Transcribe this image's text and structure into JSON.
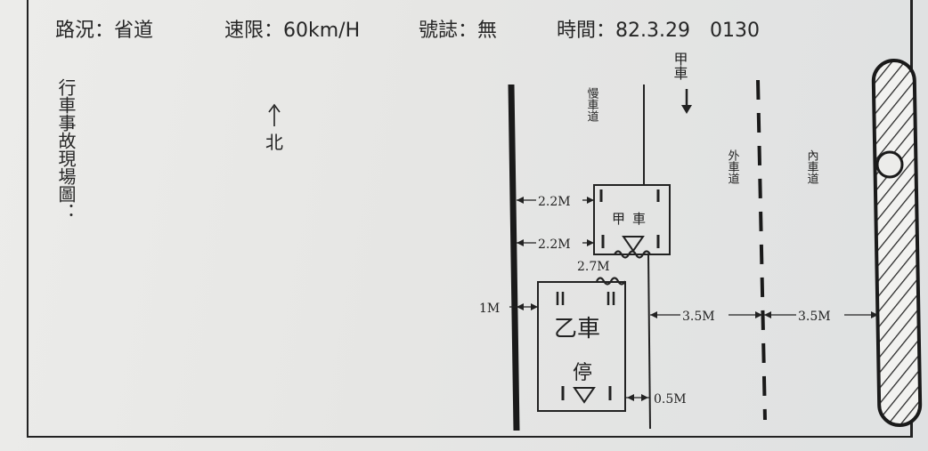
{
  "header": {
    "road_condition": "路況：省道",
    "speed_limit": "速限：60km/H",
    "signal": "號誌：無",
    "time": "時間：82.3.29　0130"
  },
  "diagram": {
    "title": "行車事故現場圖：",
    "north_label": "北",
    "lanes": {
      "slow": "慢車道",
      "outer": "外車道",
      "inner": "內車道"
    },
    "car_a_direction": "甲車",
    "car_a": "甲車",
    "car_b": "乙車",
    "car_b_status": "停",
    "measurements": {
      "car_a_front": "2.2M",
      "car_a_rear": "2.2M",
      "skid": "2.7M",
      "car_b_left": "1M",
      "car_b_right": "0.5M",
      "outer_lane_width": "3.5M",
      "inner_lane_width": "3.5M"
    }
  }
}
